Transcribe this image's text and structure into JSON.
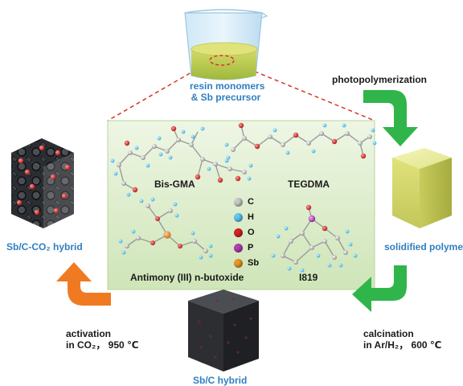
{
  "labels": {
    "beaker": [
      "resin monomers",
      "& Sb precursor"
    ],
    "photopolymerization": "photopolymerization",
    "solidified": "solidified polyme",
    "calcination": [
      "calcination",
      "in Ar/H₂， 600 ℃"
    ],
    "sbc_hybrid": "Sb/C hybrid",
    "activation": [
      "activation",
      "in CO₂， 950 ℃"
    ],
    "sbc_co2": "Sb/C-CO₂ hybrid"
  },
  "molecules": {
    "bisgma": "Bis-GMA",
    "tegdma": "TEGDMA",
    "antimony": "Antimony (III) n-butoxide",
    "i819": "I819"
  },
  "legend": [
    {
      "symbol": "C",
      "color": "#c9c9c9"
    },
    {
      "symbol": "H",
      "color": "#5ec8f0"
    },
    {
      "symbol": "O",
      "color": "#d62424"
    },
    {
      "symbol": "P",
      "color": "#b43cb4"
    },
    {
      "symbol": "Sb",
      "color": "#e8962a"
    }
  ],
  "colors": {
    "arrow_green": "#2fb54a",
    "arrow_orange": "#f07a22",
    "label_blue": "#2f7fc1",
    "panel_green": "#d8ebc4",
    "dash_red": "#d9342b",
    "cube_yellow": "#dfe27a"
  }
}
